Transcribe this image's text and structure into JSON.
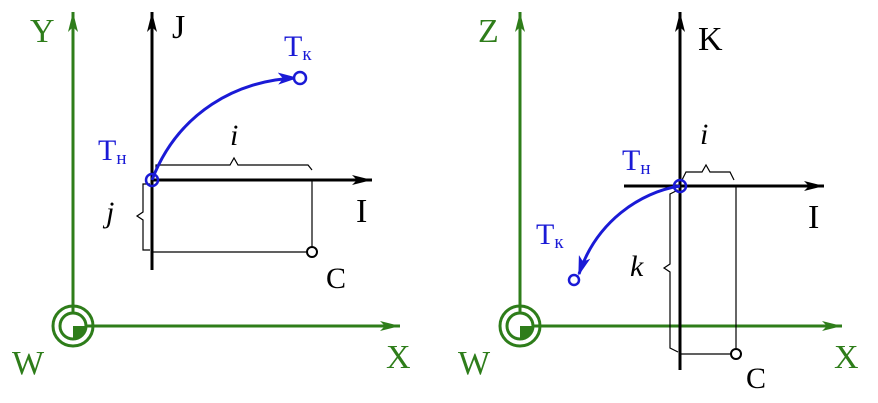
{
  "colors": {
    "world": "#2e7d1a",
    "path": "#1a1ad6",
    "ink": "#000000"
  },
  "left": {
    "world_x": "X",
    "world_y": "Y",
    "world_origin": "W",
    "tool_i": "I",
    "tool_j": "J",
    "start_main": "Т",
    "start_sub": "н",
    "end_main": "Т",
    "end_sub": "к",
    "offset_i": "i",
    "offset_j": "j",
    "center": "C"
  },
  "right": {
    "world_x": "X",
    "world_z": "Z",
    "world_origin": "W",
    "tool_i": "I",
    "tool_k": "K",
    "start_main": "Т",
    "start_sub": "н",
    "end_main": "Т",
    "end_sub": "к",
    "offset_i": "i",
    "offset_k": "k",
    "center": "C"
  }
}
